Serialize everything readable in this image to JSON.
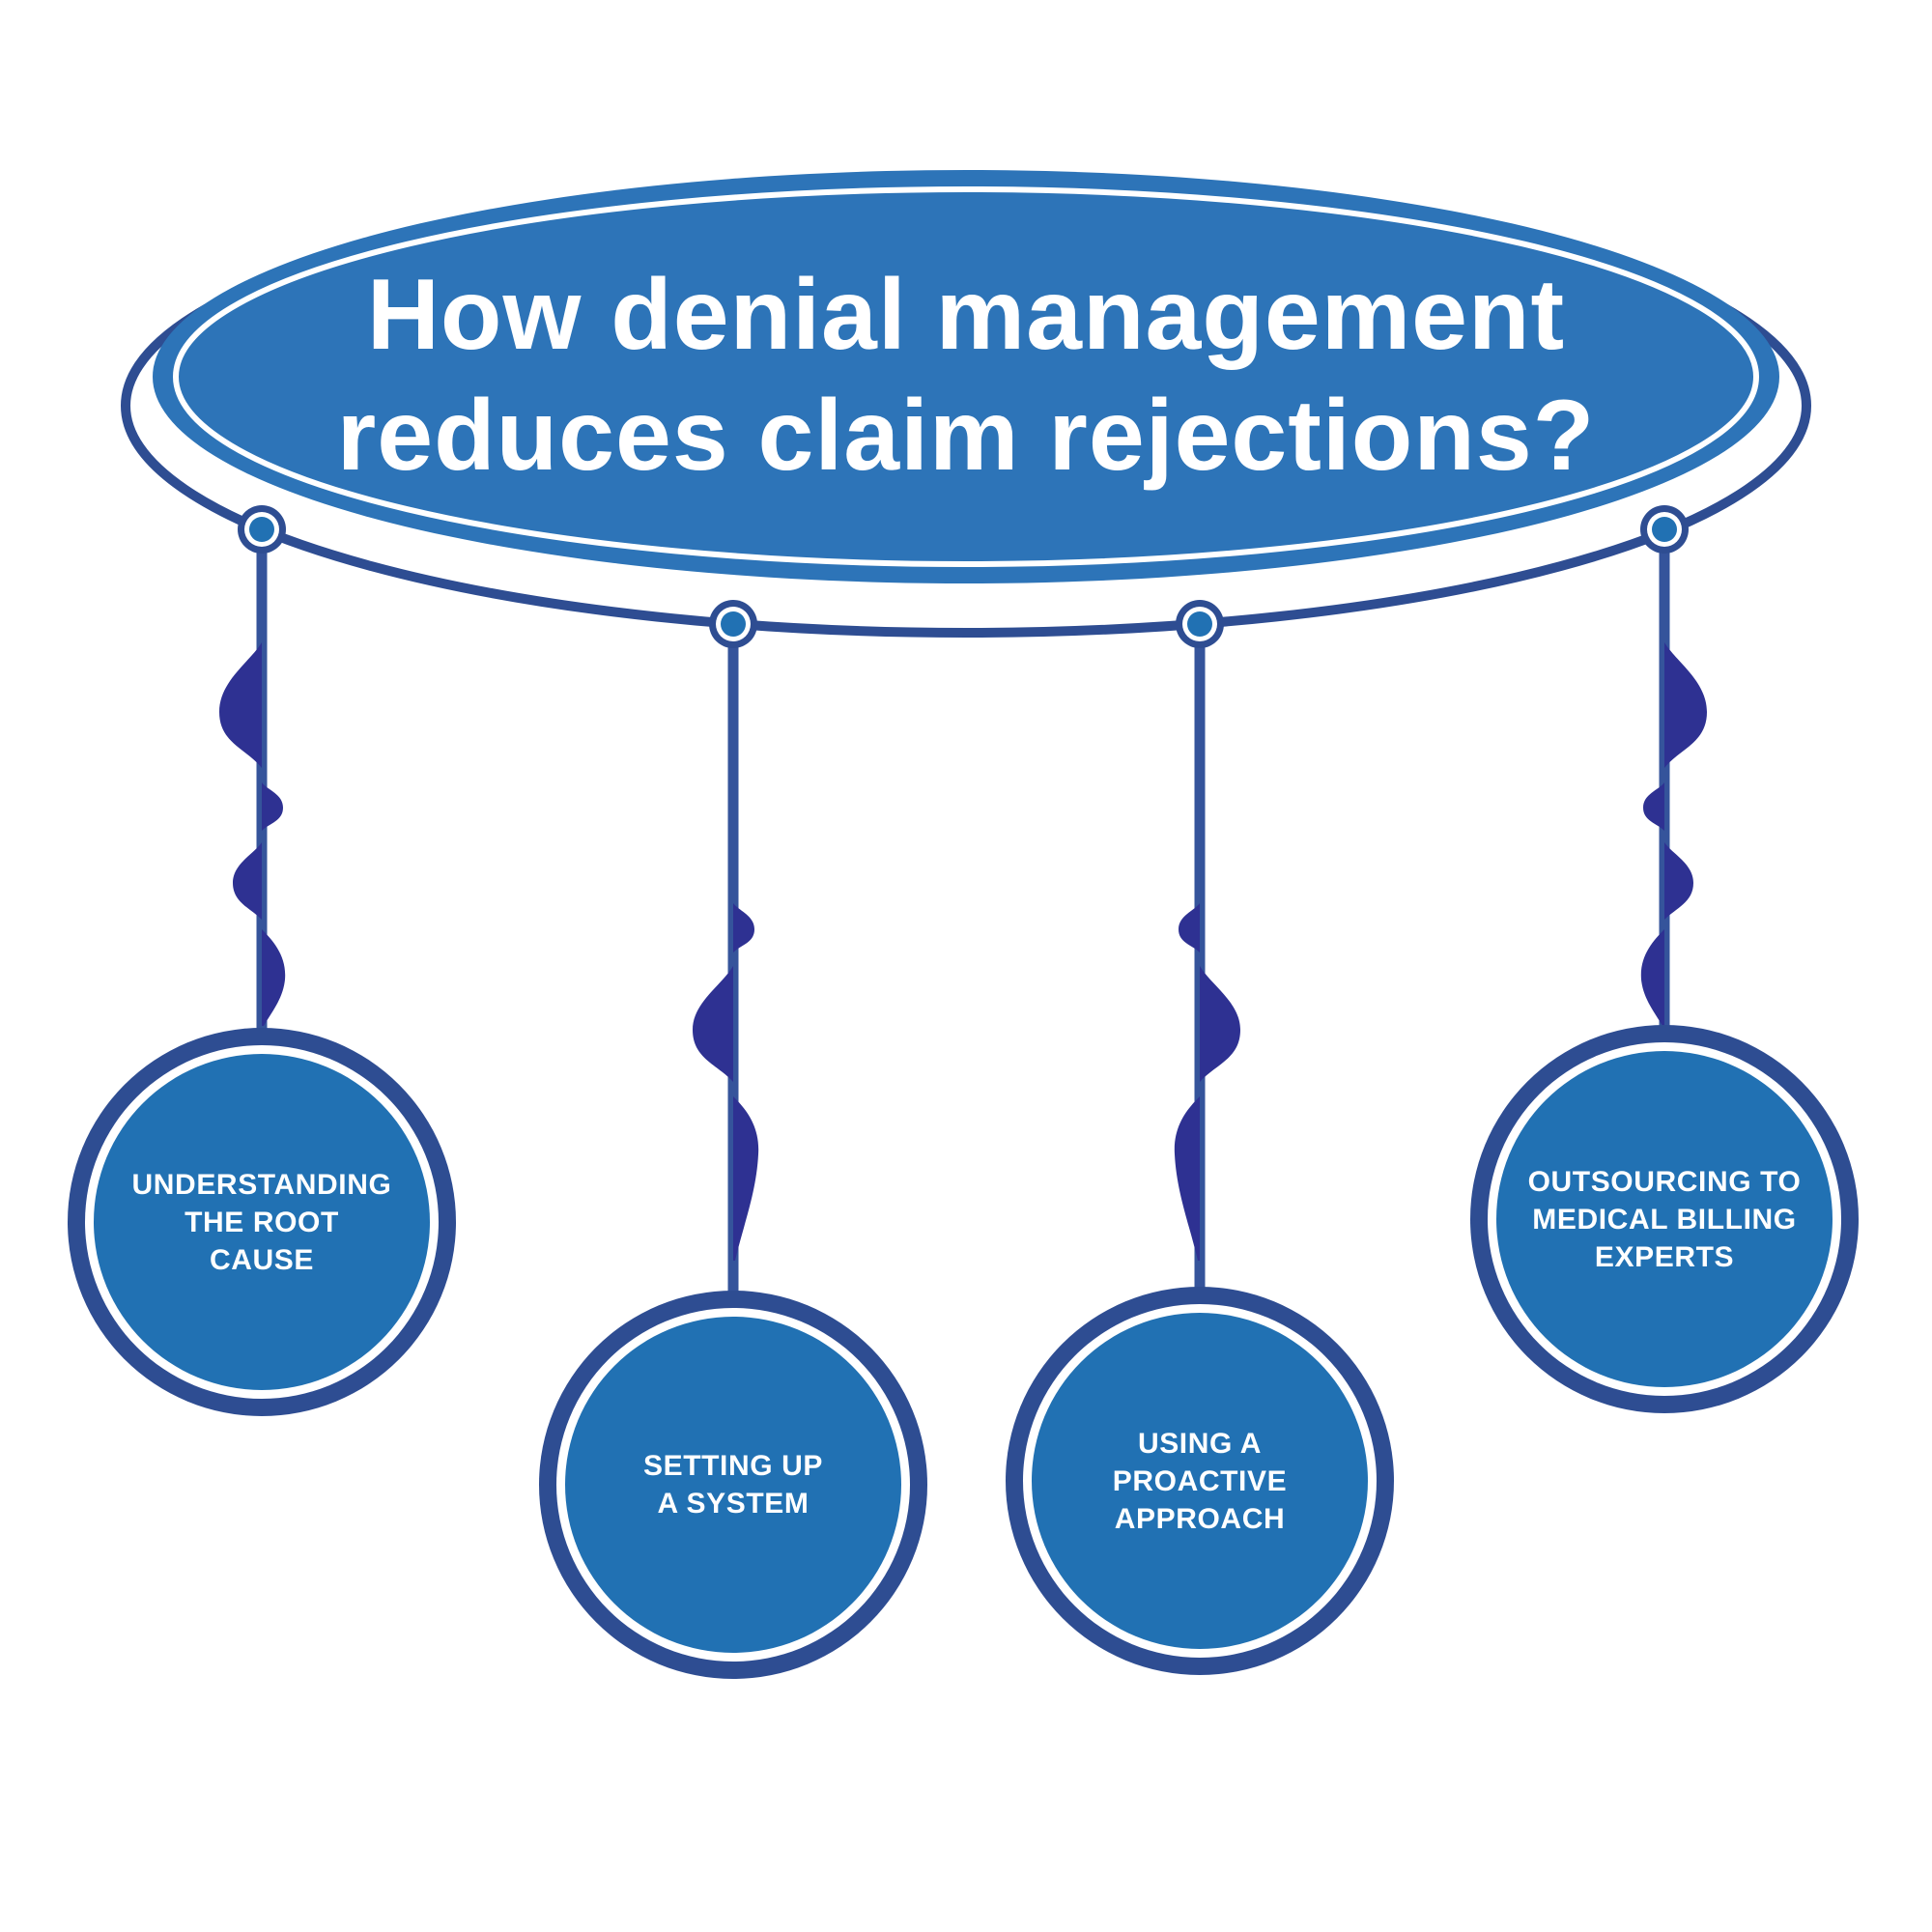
{
  "title": {
    "line1": "How denial management",
    "line2": "reduces claim rejections?"
  },
  "nodes": [
    {
      "id": "understanding-root-cause",
      "lines": [
        "UNDERSTANDING",
        "THE ROOT",
        "CAUSE"
      ]
    },
    {
      "id": "setting-up-system",
      "lines": [
        "SETTING UP",
        "A SYSTEM"
      ]
    },
    {
      "id": "proactive-approach",
      "lines": [
        "USING A",
        "PROACTIVE",
        "APPROACH"
      ]
    },
    {
      "id": "outsourcing-experts",
      "lines": [
        "OUTSOURCING TO",
        "MEDICAL BILLING",
        "EXPERTS"
      ]
    }
  ],
  "colors": {
    "ellipse_blue": "#2d74b8",
    "circle_blue": "#2171b3",
    "navy_outline": "#2e4d92",
    "string_navy": "#35549b",
    "ribbon_indigo": "#2e3192",
    "text_white": "#ffffff",
    "background": "#ffffff"
  }
}
